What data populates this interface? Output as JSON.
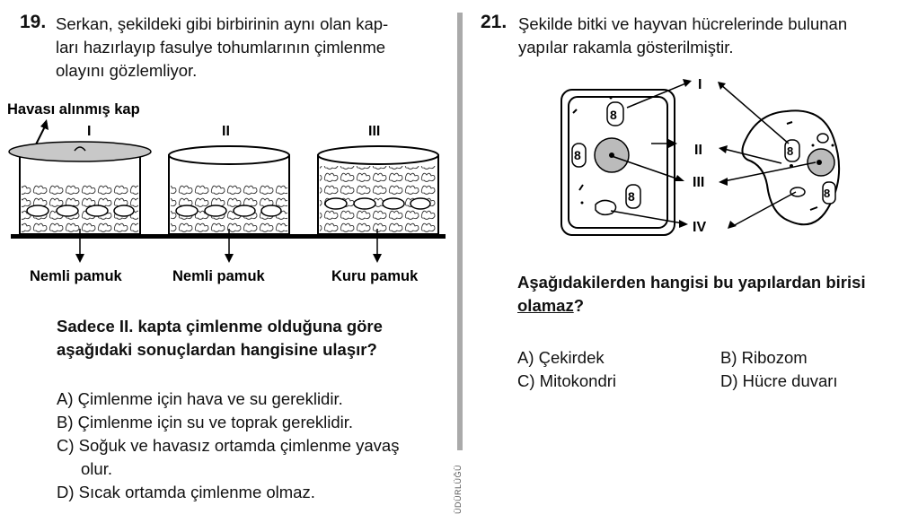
{
  "q19": {
    "number": "19.",
    "text_lines": [
      "Serkan, şekildeki gibi birbirinin aynı olan kap-",
      "ları hazırlayıp fasulye tohumlarının çimlenme",
      "olayını gözlemliyor."
    ],
    "figure": {
      "lid_label": "Havası alınmış kap",
      "container_labels": [
        "I",
        "II",
        "III"
      ],
      "bottom_labels": [
        "Nemli pamuk",
        "Nemli pamuk",
        "Kuru pamuk"
      ]
    },
    "stem_lines": [
      "Sadece II. kapta çimlenme olduğuna göre",
      "aşağıdaki sonuçlardan hangisine ulaşır?"
    ],
    "options": [
      "A) Çimlenme için hava ve su gereklidir.",
      "B) Çimlenme için su ve toprak gereklidir.",
      "C) Soğuk ve havasız ortamda çimlenme yavaş",
      "olur.",
      "D) Sıcak ortamda çimlenme olmaz."
    ]
  },
  "side_text": "ÜDÜRLÜĞÜ",
  "q21": {
    "number": "21.",
    "text_lines": [
      "Şekilde bitki ve hayvan hücrelerinde bulunan",
      "yapılar rakamla gösterilmiştir."
    ],
    "figure_labels": [
      "I",
      "II",
      "III",
      "IV"
    ],
    "stem_line1": "Aşağıdakilerden hangisi bu yapılardan birisi",
    "stem_underlined": "olamaz",
    "stem_end": "?",
    "options": {
      "a": "A) Çekirdek",
      "b": "B) Ribozom",
      "c": "C) Mitokondri",
      "d": "D) Hücre duvarı"
    }
  }
}
